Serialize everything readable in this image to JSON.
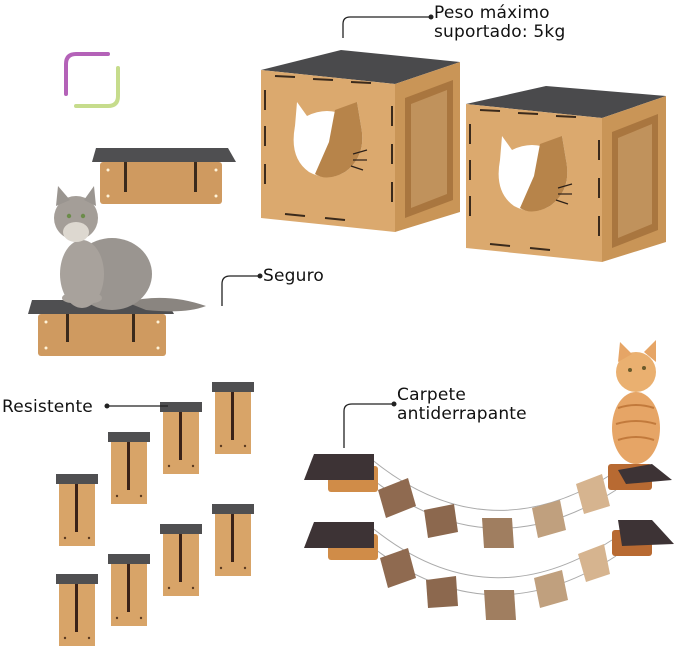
{
  "logo": {
    "icon": "rounded-square-bracket-icon",
    "colors": {
      "top_left": "#b462b8",
      "bottom_right": "#c6dc8c"
    }
  },
  "callouts": {
    "weight": {
      "line1": "Peso máximo",
      "line2": "suportado: 5kg"
    },
    "secure": {
      "text": "Seguro"
    },
    "resistant": {
      "text": "Resistente"
    },
    "carpet": {
      "line1": "Carpete",
      "line2": "antiderrapante"
    }
  },
  "products": {
    "cat_houses": {
      "count": 2,
      "door_shape": "cat-head-cutout"
    },
    "wall_shelves": {
      "count": 2,
      "has_cat": true,
      "cat": "gray-longhair-cat"
    },
    "steps": {
      "count": 8
    },
    "bridges": {
      "count": 2,
      "planks_per_bridge": 5,
      "has_cat": true,
      "cat": "orange-tabby-kitten"
    }
  },
  "palette": {
    "mdf": "#d9a66b",
    "mdf_dark": "#b9854c",
    "carpet": "#4d4d4f",
    "carpet_dark": "#3a3032",
    "plank_dark": "#8f6a50",
    "plank_light": "#d2b08c",
    "leader_line": "#222222"
  }
}
